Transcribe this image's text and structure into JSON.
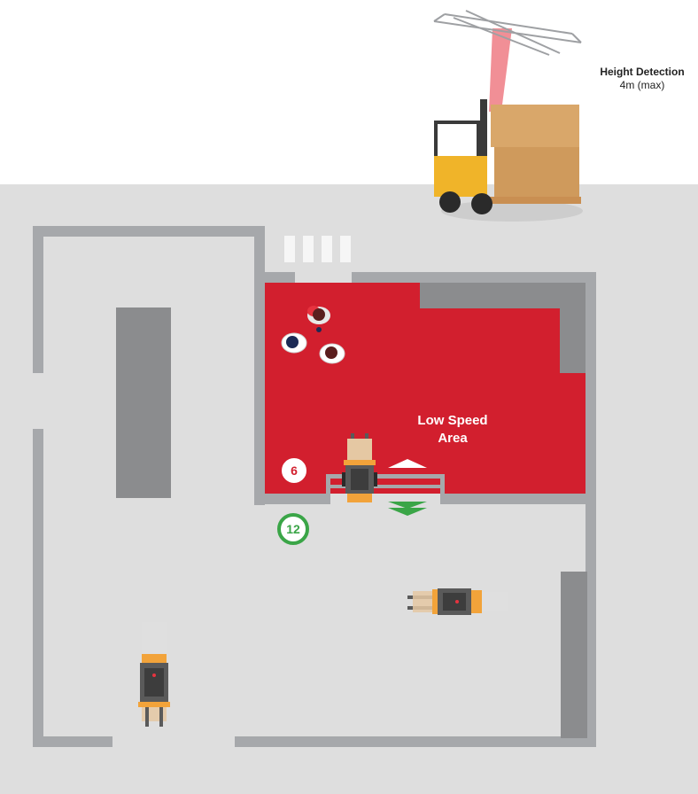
{
  "labels": {
    "height_detection_line1": "Height Detection",
    "height_detection_line2": "4m (max)",
    "zone_line1": "Low Speed",
    "zone_line2": "Area"
  },
  "speed_limits": {
    "inside_zone": "6",
    "outside_zone": "12"
  },
  "colors": {
    "zone": "#d21f2e",
    "low_speed_badge": "#d21f2e",
    "normal_speed_badge": "#3aa547",
    "forklift_body": "#f2a33a",
    "walls": "#a6a8ab",
    "floor": "#dedede"
  },
  "icons": {
    "sensor": "overhead-sensor-icon",
    "forklift": "forklift-icon",
    "worker": "worker-icon",
    "direction_in": "arrow-up-icon",
    "direction_out": "arrow-down-icon"
  }
}
